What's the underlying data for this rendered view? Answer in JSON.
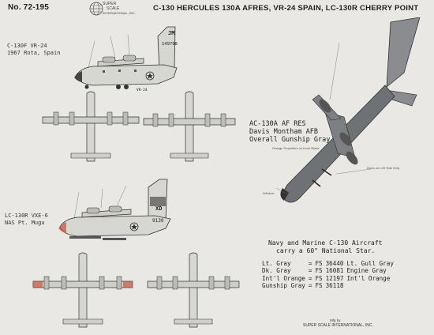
{
  "sheet": {
    "number": "No. 72-195",
    "title": "C-130 HERCULES 130A AFRES, VR-24 SPAIN,  LC-130R CHERRY POINT",
    "brand": {
      "logo_lines": [
        "SUPER",
        "SCALE",
        "INTERNATIONAL, INC."
      ]
    }
  },
  "aircraft": {
    "c130f": {
      "caption_lines": [
        "C-130F VR-24",
        "1967 Rota, Spain"
      ],
      "tail_code": "JM",
      "serial": "149798",
      "fuselage_text": "VR-24"
    },
    "lc130r": {
      "caption_lines": [
        "LC-130R VXE-6",
        "NAS Pt. Mugu"
      ],
      "tail_code": "XD",
      "serial": "9130"
    },
    "ac130a": {
      "caption_lines": [
        "AC-130A  AF RES",
        "Davis Montham AFB",
        "Overall Gunship Gray"
      ],
      "note_top": "Orange Propellers on Inner Blade",
      "note_guns": "Guns on Left Side Only",
      "note_window": "Window"
    }
  },
  "notes": {
    "national_star": [
      "Navy and Marine C-130 Aircraft",
      "carry a 60\" National Star."
    ]
  },
  "colors_table": [
    {
      "name": "Lt. Gray",
      "eq": "=",
      "fs": "FS",
      "code": "36440",
      "desc": "Lt. Gull Gray"
    },
    {
      "name": "Dk. Gray",
      "eq": "=",
      "fs": "FS",
      "code": "16081",
      "desc": "Engine Gray"
    },
    {
      "name": "Int'l Orange",
      "eq": "=",
      "fs": "FS",
      "code": "12197",
      "desc": "Int'l Orange"
    },
    {
      "name": "Gunship Gray",
      "eq": "=",
      "fs": "FS",
      "code": "36118",
      "desc": ""
    }
  ],
  "footer": {
    "line1": "Mfg by",
    "line2": "SUPER SCALE INTERNATIONAL, INC."
  },
  "palette": {
    "paper": "#e9e8e4",
    "ink": "#222222",
    "gunship": "#6f7275"
  }
}
